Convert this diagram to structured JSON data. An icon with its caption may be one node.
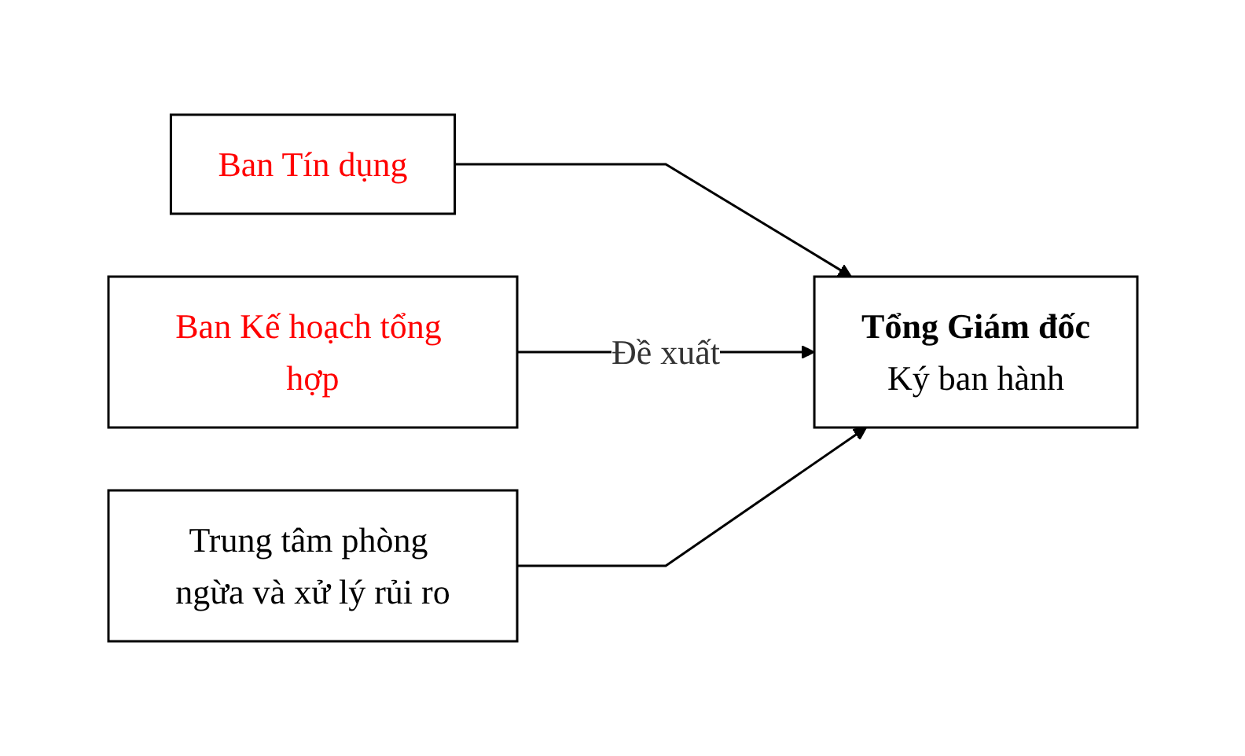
{
  "diagram": {
    "nodes": [
      {
        "text": [
          "Ban Tín dụng"
        ]
      },
      {
        "text": [
          "Ban Kế hoạch tổng hợp"
        ]
      },
      {
        "text": [
          "Trung tâm phòng ngừa và xử lý rủi ro"
        ]
      },
      {
        "text": [
          "Tổng Giám đốc",
          "Ký ban hành"
        ]
      }
    ],
    "edges": [
      {
        "from": 0,
        "to": 3,
        "arrow": "to"
      },
      {
        "from": 1,
        "to": 3,
        "arrow": "to",
        "label": "Đề xuất"
      },
      {
        "from": 2,
        "to": 3,
        "arrow": "to"
      }
    ]
  }
}
